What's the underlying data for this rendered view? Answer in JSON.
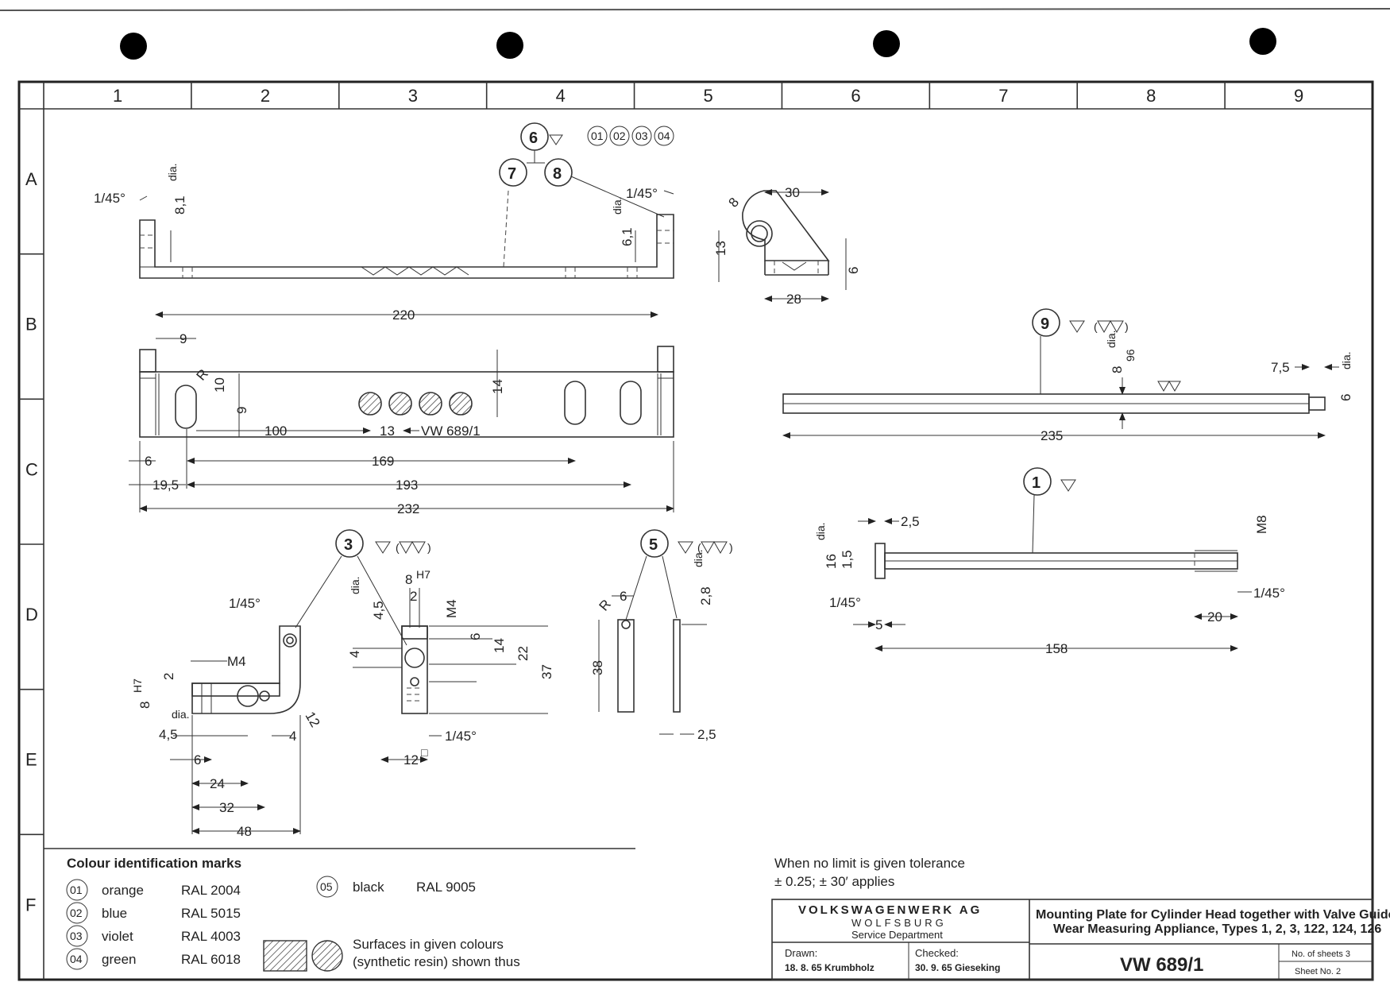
{
  "grid": {
    "columns": [
      "1",
      "2",
      "3",
      "4",
      "5",
      "6",
      "7",
      "8",
      "9"
    ],
    "rows": [
      "A",
      "B",
      "C",
      "D",
      "E",
      "F"
    ]
  },
  "refs": [
    "6",
    "7",
    "8",
    "9",
    "3",
    "5",
    "1"
  ],
  "colour_marks_top": [
    "01",
    "02",
    "03",
    "04"
  ],
  "dims": {
    "top_chamfer_l": "1/45°",
    "top_dia_l": "8,1",
    "top_chamfer_r": "1/45°",
    "top_dia_r": "6,1",
    "dia": "dia.",
    "side_30": "30",
    "side_8": "8",
    "side_13": "13",
    "side_6": "6",
    "side_28": "28",
    "plan_220": "220",
    "plan_9": "9",
    "plan_R": "R",
    "plan_10": "10",
    "plan_9b": "9",
    "plan_14": "14",
    "plan_100": "100",
    "plan_13": "13",
    "plan_part": "VW 689/1",
    "plan_6": "6",
    "plan_169": "169",
    "plan_195": "19,5",
    "plan_193": "193",
    "plan_232": "232",
    "rod9_dia": "8",
    "rod9_tol": "96",
    "rod9_75": "7,5",
    "rod9_6": "6",
    "rod9_235": "235",
    "bolt_25": "2,5",
    "bolt_16": "16",
    "bolt_15": "1,5",
    "bolt_M8": "M8",
    "bolt_chamfer_l": "1/45°",
    "bolt_chamfer_r": "1/45°",
    "bolt_5": "5",
    "bolt_20": "20",
    "bolt_158": "158",
    "p3_chamfer": "1/45°",
    "p3_M4": "M4",
    "p3_2": "2",
    "p3_8": "8",
    "p3_H7": "H7",
    "p3_45": "4,5",
    "p3_12": "12",
    "p3_4": "4",
    "p3_6": "6",
    "p3_24": "24",
    "p3_32": "32",
    "p3_48": "48",
    "p3v_8": "8",
    "p3v_H7": "H7",
    "p3v_2": "2",
    "p3v_M4": "M4",
    "p3v_45": "4,5",
    "p3v_6": "6",
    "p3v_14": "14",
    "p3v_22": "22",
    "p3v_37": "37",
    "p3v_4": "4",
    "p3v_chamfer": "1/45°",
    "p3v_12": "12",
    "p5_R": "R",
    "p5_6": "6",
    "p5_38": "38",
    "p5_28": "2,8",
    "p5_25": "2,5"
  },
  "legend": {
    "title": "Colour identification marks",
    "items": [
      {
        "code": "01",
        "name": "orange",
        "ral": "RAL 2004"
      },
      {
        "code": "02",
        "name": "blue",
        "ral": "RAL 5015"
      },
      {
        "code": "03",
        "name": "violet",
        "ral": "RAL 4003"
      },
      {
        "code": "04",
        "name": "green",
        "ral": "RAL 6018"
      },
      {
        "code": "05",
        "name": "black",
        "ral": "RAL 9005"
      }
    ],
    "surfaces_line1": "Surfaces in given colours",
    "surfaces_line2": "(synthetic resin) shown thus"
  },
  "tolerance": {
    "line1": "When no limit is given tolerance",
    "line2": "± 0.25; ± 30′ applies"
  },
  "title_block": {
    "company": "VOLKSWAGENWERK AG",
    "city": "WOLFSBURG",
    "department": "Service Department",
    "drawn_label": "Drawn:",
    "drawn_value": "18. 8. 65 Krumbholz",
    "checked_label": "Checked:",
    "checked_value": "30. 9. 65 Gieseking",
    "description_line1": "Mounting Plate for Cylinder Head together with Valve Guide",
    "description_line2": "Wear Measuring Appliance, Types 1, 2, 3, 122, 124, 126",
    "drawing_no": "VW 689/1",
    "sheets_label": "No. of sheets 3",
    "sheet_no_label": "Sheet No. 2"
  }
}
